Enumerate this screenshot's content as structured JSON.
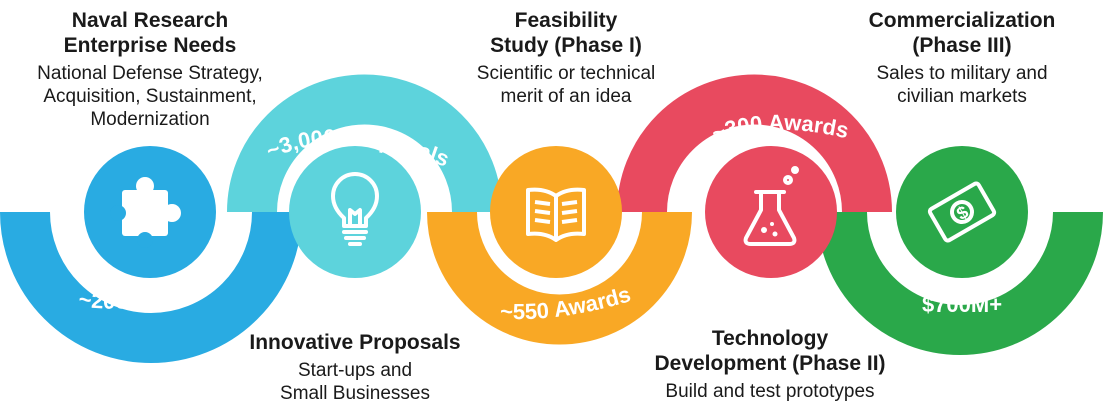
{
  "colors": {
    "blue": "#29abe2",
    "teal": "#5dd3dc",
    "orange": "#f9a825",
    "red": "#e84a5f",
    "green": "#2aa84a"
  },
  "stages": [
    {
      "title": "Naval Research\nEnterprise Needs",
      "description": "National Defense Strategy,\nAcquisition, Sustainment,\nModernization",
      "icon": "puzzle-piece-icon"
    },
    {
      "title": "Innovative Proposals",
      "description": "Start-ups and\nSmall Businesses",
      "icon": "lightbulb-icon"
    },
    {
      "title": "Feasibility\nStudy (Phase I)",
      "description": "Scientific or technical\nmerit of an idea",
      "icon": "open-book-icon"
    },
    {
      "title": "Technology\nDevelopment (Phase II)",
      "description": "Build and test prototypes",
      "icon": "flask-icon"
    },
    {
      "title": "Commercialization\n(Phase III)",
      "description": "Sales to military and\ncivilian markets",
      "icon": "money-bill-icon"
    }
  ],
  "arc_labels": {
    "topics": "~200 Topics",
    "proposals": "~3,000 Proposals",
    "phase1_awards": "~550 Awards",
    "phase2_awards": "~300 Awards",
    "commercial_value": "$700M+"
  }
}
